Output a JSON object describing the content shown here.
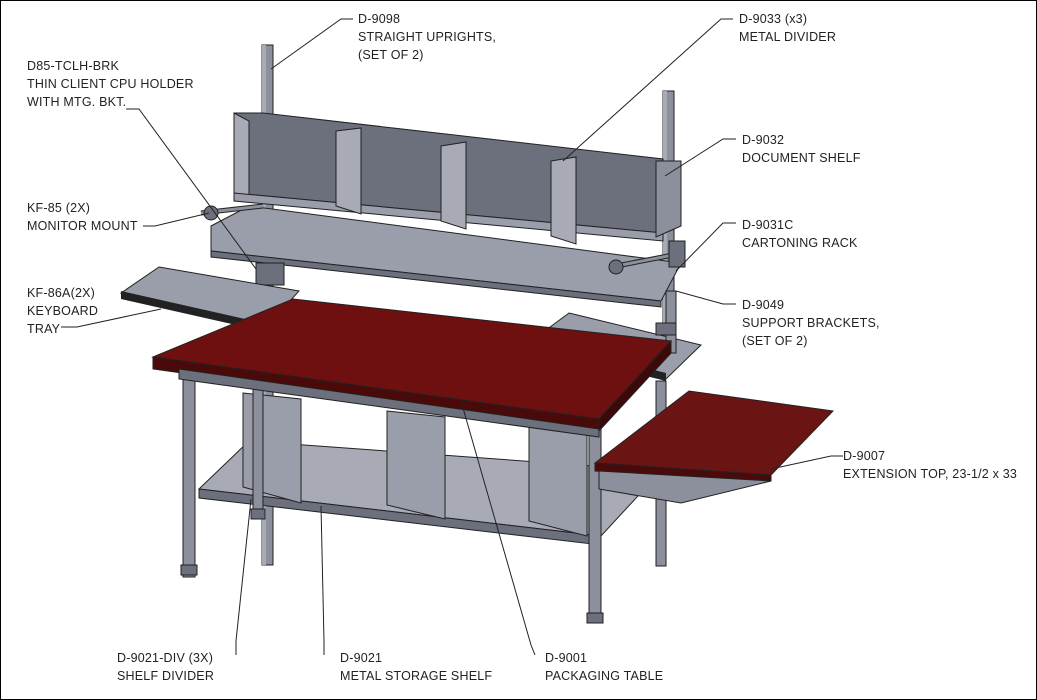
{
  "callouts": [
    {
      "id": "straight-uprights",
      "part": "D-9098",
      "lines": [
        "STRAIGHT UPRIGHTS,",
        "(SET OF 2)"
      ]
    },
    {
      "id": "metal-divider",
      "part": "D-9033 (x3)",
      "lines": [
        "METAL DIVIDER"
      ]
    },
    {
      "id": "cpu-holder",
      "part": "D85-TCLH-BRK",
      "lines": [
        "THIN CLIENT CPU HOLDER",
        "WITH MTG. BKT."
      ]
    },
    {
      "id": "document-shelf",
      "part": "D-9032",
      "lines": [
        "DOCUMENT SHELF"
      ]
    },
    {
      "id": "monitor-mount",
      "part": "KF-85 (2X)",
      "lines": [
        "MONITOR MOUNT"
      ]
    },
    {
      "id": "cartoning-rack",
      "part": "D-9031C",
      "lines": [
        "CARTONING RACK"
      ]
    },
    {
      "id": "keyboard-tray",
      "part": "KF-86A(2X)",
      "lines": [
        "KEYBOARD",
        "TRAY"
      ]
    },
    {
      "id": "support-brackets",
      "part": "D-9049",
      "lines": [
        "SUPPORT BRACKETS,",
        "(SET OF 2)"
      ]
    },
    {
      "id": "extension-top",
      "part": "D-9007",
      "lines": [
        "EXTENSION TOP, 23-1/2 x 33"
      ]
    },
    {
      "id": "shelf-divider",
      "part": "D-9021-DIV (3X)",
      "lines": [
        "SHELF DIVIDER"
      ]
    },
    {
      "id": "metal-storage-shelf",
      "part": "D-9021",
      "lines": [
        "METAL STORAGE SHELF"
      ]
    },
    {
      "id": "packaging-table",
      "part": "D-9001",
      "lines": [
        "PACKAGING TABLE"
      ]
    }
  ],
  "colors": {
    "tabletop": "#6e1010",
    "tabletop_edge": "#4a0a0a",
    "extension_top": "#6a1414",
    "metal": "#8c8f9c",
    "metal_dark": "#6c6f7c",
    "metal_light": "#a8abb6",
    "shelf": "#9a9daa",
    "line": "#222222"
  }
}
